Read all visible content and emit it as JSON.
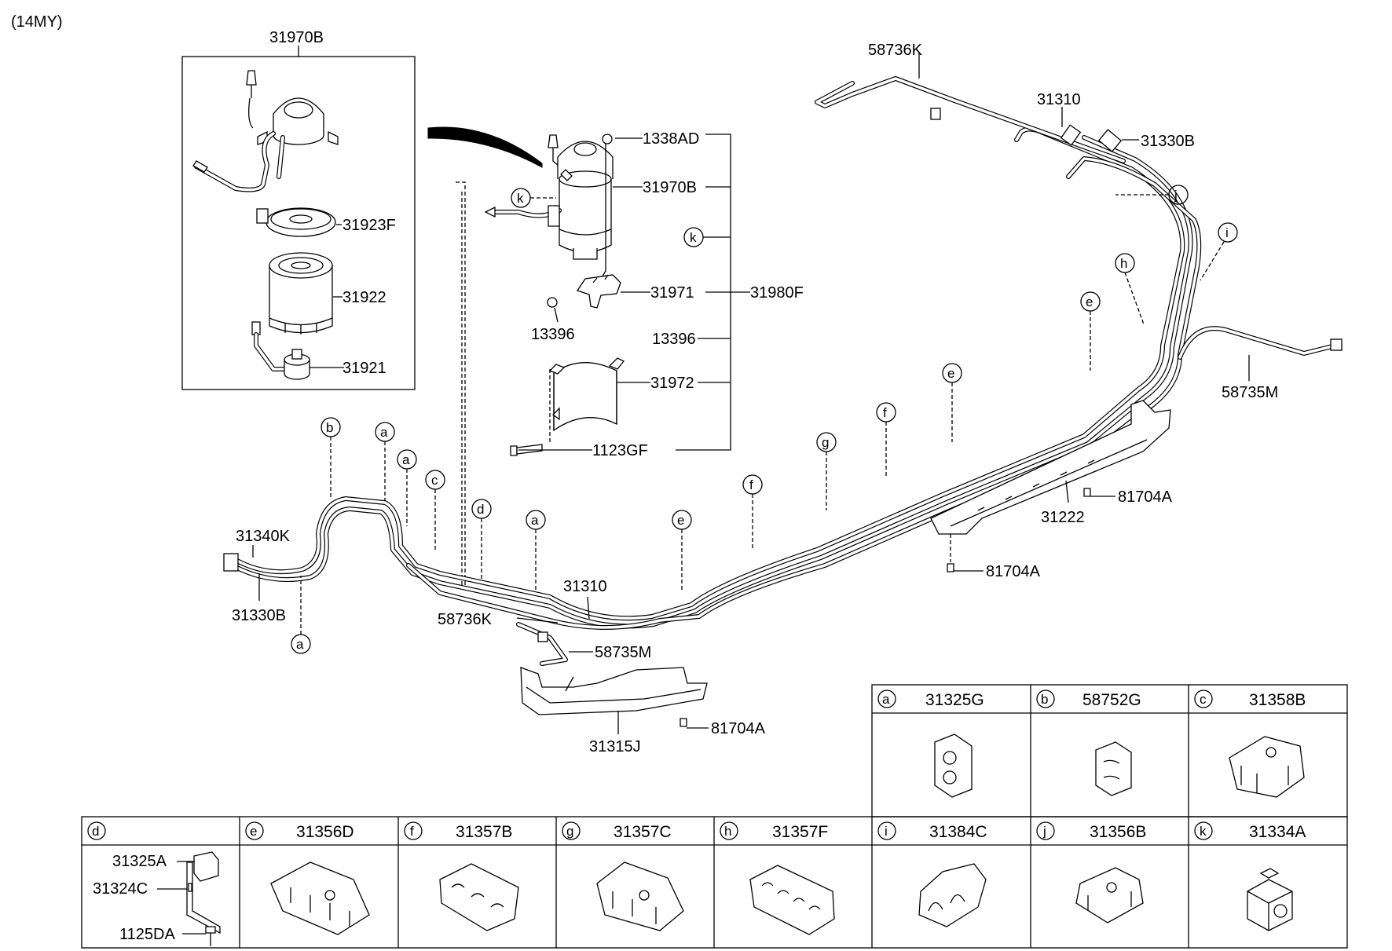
{
  "model_note": "(14MY)",
  "callouts": {
    "c31970B_top": "31970B",
    "c1338AD": "1338AD",
    "c31970B": "31970B",
    "c31923F": "31923F",
    "c31922": "31922",
    "c31921": "31921",
    "c31971": "31971",
    "c31980F": "31980F",
    "c13396_a": "13396",
    "c13396_b": "13396",
    "c31972": "31972",
    "c1123GF": "1123GF",
    "c58736K_top": "58736K",
    "c31310_top": "31310",
    "c31330B_top": "31330B",
    "c58735M_right": "58735M",
    "c31222": "31222",
    "c81704A_1": "81704A",
    "c81704A_2": "81704A",
    "c31340K": "31340K",
    "c31330B_left": "31330B",
    "c31310_mid": "31310",
    "c58736K_mid": "58736K",
    "c58735M_mid": "58735M",
    "c31315J": "31315J",
    "c81704A_3": "81704A"
  },
  "letters": {
    "a": "a",
    "b": "b",
    "c": "c",
    "d": "d",
    "e": "e",
    "f": "f",
    "g": "g",
    "h": "h",
    "i": "i",
    "j": "j",
    "k": "k"
  },
  "legend_top": [
    {
      "letter": "a",
      "part": "31325G"
    },
    {
      "letter": "b",
      "part": "58752G"
    },
    {
      "letter": "c",
      "part": "31358B"
    }
  ],
  "legend_bottom": [
    {
      "letter": "d",
      "part": ""
    },
    {
      "letter": "e",
      "part": "31356D"
    },
    {
      "letter": "f",
      "part": "31357B"
    },
    {
      "letter": "g",
      "part": "31357C"
    },
    {
      "letter": "h",
      "part": "31357F"
    },
    {
      "letter": "i",
      "part": "31384C"
    },
    {
      "letter": "j",
      "part": "31356B"
    },
    {
      "letter": "k",
      "part": "31334A"
    }
  ],
  "legend_d_parts": {
    "p31325A": "31325A",
    "p31324C": "31324C",
    "p1125DA": "1125DA"
  }
}
